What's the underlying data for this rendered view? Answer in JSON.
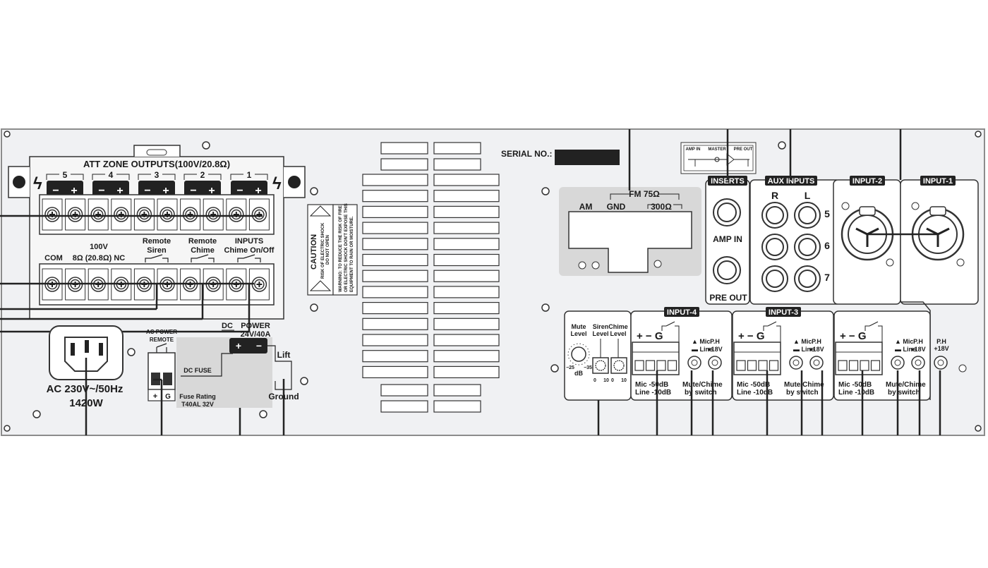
{
  "att_zone": {
    "title": "ATT ZONE OUTPUTS(100V/20.8Ω)",
    "zones": [
      "5",
      "4",
      "3",
      "2",
      "1"
    ],
    "minus": "−",
    "plus": "+",
    "com": "COM",
    "voltage_line": "100V",
    "impedance_line": "8Ω  (20.8Ω)  NC",
    "remote_siren": [
      "Remote",
      "Siren"
    ],
    "remote_chime": [
      "Remote",
      "Chime"
    ],
    "inputs_chime": [
      "INPUTS",
      "Chime On/Off"
    ]
  },
  "dc_power": {
    "label_dc": "DC",
    "label_power": "POWER",
    "rating": "24V/40A",
    "lift": "Lift",
    "ground": "Ground",
    "dc_fuse": "DC FUSE",
    "fuse_rating": "Fuse Rating",
    "fuse_value": "T40AL 32V"
  },
  "ac_power": {
    "remote_title": "AC POWER",
    "remote_sub": "REMOTE",
    "plus": "+",
    "g": "G",
    "voltage": "AC 230V~/50Hz",
    "watts": "1420W"
  },
  "caution": {
    "title": "CAUTION",
    "shock_line1": "RISK OF ELECTRIC SHOCK",
    "shock_line2": "DO NOT OPEN",
    "warn_line1": "WARNING: TO REDUCE THE RISK OF FIRE",
    "warn_line2": "OR ELECTRIC SHOCK DON'T EXPOSE THIS",
    "warn_line3": "EQUIPMENT TO RAIN OR MOISTURE."
  },
  "serial": {
    "label": "SERIAL NO.:"
  },
  "tuner": {
    "fm": "FM 75Ω",
    "am": "AM",
    "gnd": "GND",
    "ohm300": "300Ω"
  },
  "schematic": {
    "amp_in": "AMP IN",
    "master": "MASTER",
    "pre_out": "PRE OUT"
  },
  "inserts": {
    "title": "INSERTS",
    "amp_in": "AMP IN",
    "pre_out": "PRE OUT"
  },
  "aux": {
    "title": "AUX INPUTS",
    "r": "R",
    "l": "L",
    "rows": [
      "5",
      "6",
      "7"
    ]
  },
  "xlr_inputs": {
    "input2": "INPUT-2",
    "input1": "INPUT-1"
  },
  "levels": {
    "mute": [
      "Mute",
      "Level"
    ],
    "siren": [
      "Siren",
      "Level"
    ],
    "chime": [
      "Chime",
      "Level"
    ],
    "db": "dB",
    "db_min": "−25",
    "db_max": "−35",
    "scale": [
      "0",
      "10",
      "0",
      "10"
    ]
  },
  "terminal_inputs": {
    "titles": [
      "INPUT-4",
      "INPUT-3"
    ],
    "plus_minus_g": "+ − G",
    "mic": "Mic",
    "line": "Line",
    "ph": "P.H",
    "ph18": "+18V",
    "mic_level": "Mic  -50dB",
    "line_level": "Line -10dB",
    "mute_chime": "Mute/Chime",
    "by_switch": "by switch"
  }
}
